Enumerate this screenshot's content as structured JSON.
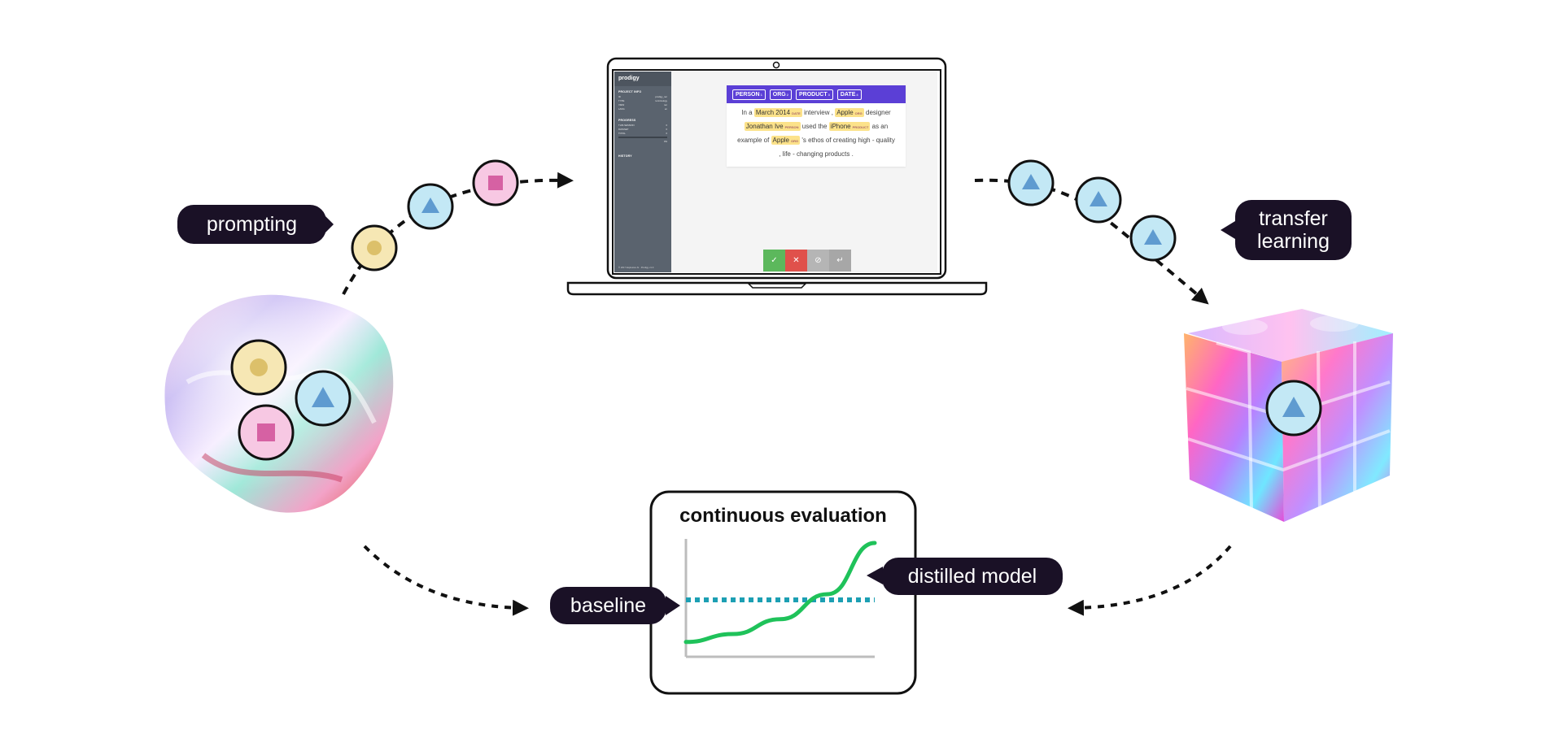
{
  "labels": {
    "prompting": "prompting",
    "transfer_learning": "transfer\nlearning",
    "baseline": "baseline",
    "distilled_model": "distilled model",
    "eval_title": "continuous evaluation"
  },
  "app": {
    "brand": "prodigy",
    "project_info_heading": "PROJECT INFO",
    "project_info_rows": [
      {
        "k": "ID",
        "v": "prodigy_ner"
      },
      {
        "k": "TYPE",
        "v": "terminology"
      },
      {
        "k": "VIEW",
        "v": "ner"
      },
      {
        "k": "LANG",
        "v": "en"
      }
    ],
    "progress_heading": "PROGRESS",
    "progress_rows": [
      {
        "k": "THIS SESSION",
        "v": "0"
      },
      {
        "k": "DATASET",
        "v": "0"
      },
      {
        "k": "TOTAL",
        "v": "0"
      }
    ],
    "progress_pct": "0%",
    "history_heading": "HISTORY",
    "footer": "© 2017 Explosion AI · Prodigy v1.0",
    "ner_labels": [
      {
        "name": "PERSON",
        "key": "1"
      },
      {
        "name": "ORG",
        "key": "2"
      },
      {
        "name": "PRODUCT",
        "key": "3"
      },
      {
        "name": "DATE",
        "key": "4"
      }
    ],
    "sentence": {
      "w1": "In a",
      "e1": "March 2014",
      "e1_tag": "DATE",
      "w2": "interview ,",
      "e2": "Apple",
      "e2_tag": "ORG",
      "w3": "designer",
      "e3": "Jonathan Ive",
      "e3_tag": "PERSON",
      "w4": "used the",
      "e4": "iPhone",
      "e4_tag": "PRODUCT",
      "w5": "as an",
      "w6": "example of",
      "e5": "Apple",
      "e5_tag": "ORG",
      "w7": "'s ethos of creating high - quality",
      "w8": ", life - changing products ."
    },
    "buttons": {
      "accept": "✓",
      "reject": "✕",
      "ignore": "⊘",
      "undo": "↵"
    }
  },
  "chart_data": {
    "type": "line",
    "title": "continuous evaluation",
    "series": [
      {
        "name": "baseline",
        "style": "dotted",
        "color": "#1c9fb3",
        "x": [
          0,
          1
        ],
        "y": [
          0.5,
          0.5
        ]
      },
      {
        "name": "distilled model",
        "style": "solid",
        "color": "#1fc25a",
        "x": [
          0,
          0.25,
          0.5,
          0.75,
          1.0
        ],
        "y": [
          0.13,
          0.2,
          0.33,
          0.55,
          1.0
        ]
      }
    ],
    "xlim": [
      0,
      1
    ],
    "ylim": [
      0,
      1
    ],
    "grid": false
  },
  "colors": {
    "bubble_bg": "#1a1126",
    "token_yellow": "#f6e7b4",
    "token_blue": "#c3e8f5",
    "token_pink": "#f7c8e3",
    "glyph_yellow": "#dcc06a",
    "glyph_blue": "#5f9bd0",
    "glyph_pink": "#d661a3",
    "prodigy_purple": "#5b3fd6",
    "accept_green": "#5cb85c",
    "reject_red": "#e0514b"
  }
}
